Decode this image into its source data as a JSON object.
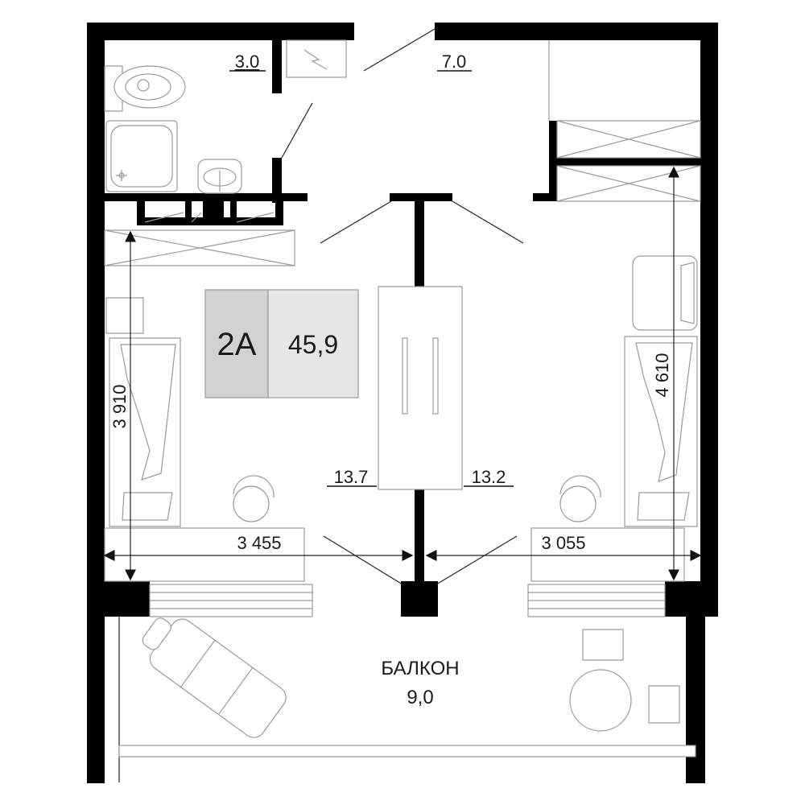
{
  "apartment": {
    "type_code": "2A",
    "total_area": "45,9"
  },
  "rooms": {
    "bathroom": "3.0",
    "hall": "7.0",
    "room_left": "13.7",
    "room_right": "13.2",
    "balcony_name": "БАЛКОН",
    "balcony_area": "9,0"
  },
  "dimensions": {
    "left_width": "3 455",
    "right_width": "3 055",
    "left_depth": "3 910",
    "right_depth": "4 610"
  },
  "colors": {
    "wall": "#000000",
    "furniture": "#9a9a9a",
    "badge_dark": "#d2d2d4",
    "badge_light": "#e6e6e7"
  }
}
